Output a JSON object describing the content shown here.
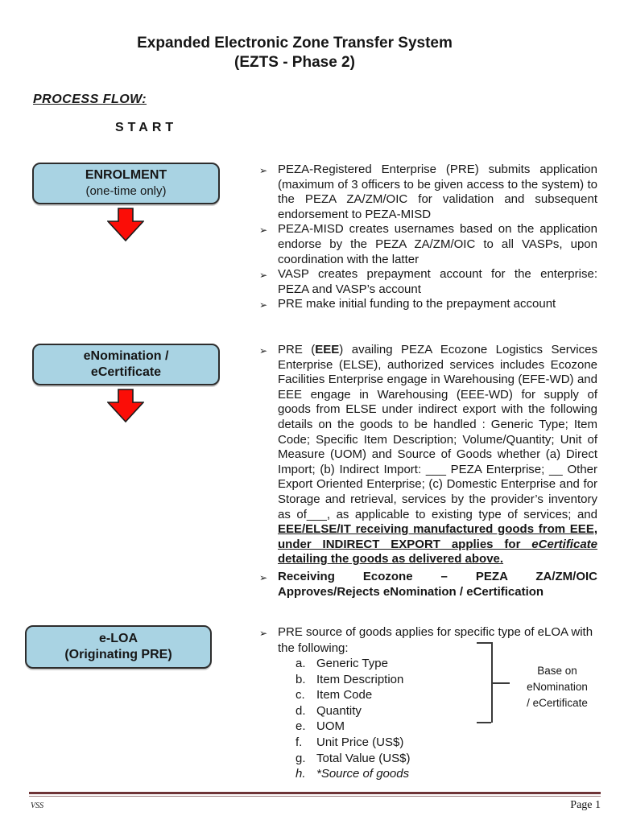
{
  "header": {
    "title_line1": "Expanded Electronic Zone Transfer System",
    "title_line2": "(EZTS - Phase 2)",
    "section_heading": "PROCESS FLOW:",
    "start_label": "START"
  },
  "flow_boxes": [
    {
      "line1": "ENROLMENT",
      "line2": "(one-time only)"
    },
    {
      "line1": "eNomination /",
      "line2": "eCertificate"
    },
    {
      "line1": "e-LOA",
      "line2": "(Originating PRE)"
    }
  ],
  "colors": {
    "box_fill": "#a9d3e3",
    "box_border": "#2d2d2d",
    "arrow_red": "#fb0d07",
    "footer_rule": "#6e3437"
  },
  "bullets": {
    "marker": "➢",
    "enrolment_items": [
      "PEZA-Registered Enterprise (PRE) submits application (maximum of 3 officers to be given access to the system) to the  PEZA ZA/ZM/OIC for validation and subsequent endorsement to PEZA-MISD",
      "PEZA-MISD creates usernames based on the application endorse by the PEZA ZA/ZM/OIC to all VASPs, upon coordination with the latter",
      "VASP creates prepayment account for the enterprise: PEZA and VASP’s account",
      "PRE make initial funding to the prepayment account"
    ],
    "enomination_rich": [
      {
        "t": "PRE ("
      },
      {
        "t": "EEE",
        "b": true
      },
      {
        "t": ") availing PEZA Ecozone Logistics Services Enterprise (ELSE), authorized services includes Ecozone Facilities Enterprise engage in Warehousing (EFE-WD)  and EEE engage in Warehousing (EEE-WD) for supply of goods from ELSE under indirect export with the following details on the goods to be handled : Generic Type; Item Code;  Specific Item Description; Volume/Quantity;  Unit of Measure (UOM) and Source of Goods whether (a) Direct Import; (b) Indirect Import: ___  PEZA Enterprise;  __  Other Export Oriented Enterprise; (c) Domestic Enterprise and for Storage and retrieval, services by the provider’s inventory as of___, as applicable to existing type of services; and "
      },
      {
        "t": "EEE/ELSE/IT receiving manufactured goods from EEE, under INDIRECT EXPORT applies for ",
        "b": true,
        "u": true
      },
      {
        "t": "eCertificate",
        "b": true,
        "u": true,
        "i": true
      },
      {
        "t": " detailing the goods as delivered above.",
        "b": true,
        "u": true
      }
    ],
    "receiving_rich": [
      {
        "t": "Receiving Ecozone – PEZA ZA/ZM/OIC Approves/Rejects eNomination / eCertification",
        "b": true
      }
    ],
    "eloa_intro": "PRE source of goods applies for specific type of eLOA with the following:",
    "eloa_items": [
      {
        "label": "a.",
        "text": "Generic Type"
      },
      {
        "label": "b.",
        "text": "Item Description"
      },
      {
        "label": "c.",
        "text": "Item Code"
      },
      {
        "label": "d.",
        "text": "Quantity"
      },
      {
        "label": "e.",
        "text": "UOM"
      },
      {
        "label": "f.",
        "text": "Unit Price (US$)"
      },
      {
        "label": "g.",
        "text": "Total Value (US$)"
      },
      {
        "label": "h.",
        "text": "*Source of goods"
      }
    ],
    "side_note_lines": [
      "Base on",
      "eNomination",
      "/ eCertificate"
    ]
  },
  "footer": {
    "left": "vss",
    "right": "Page 1"
  }
}
